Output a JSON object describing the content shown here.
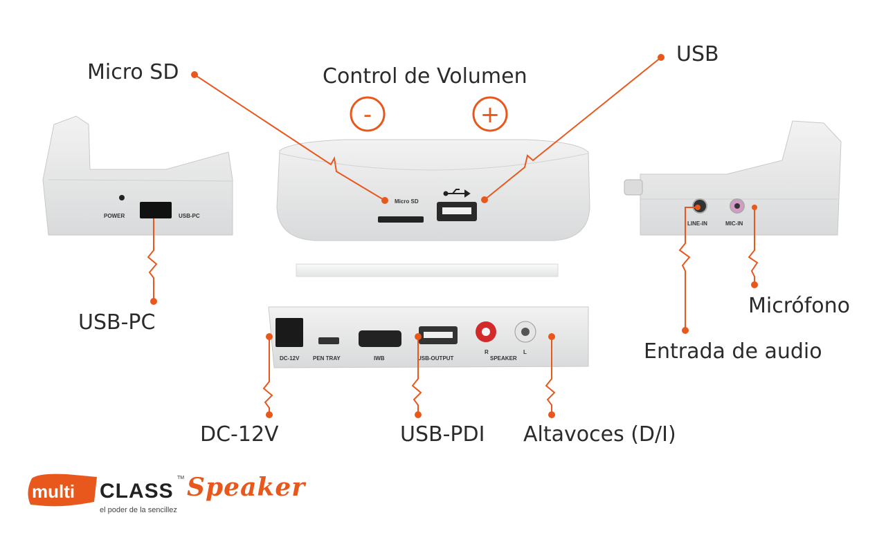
{
  "colors": {
    "accent": "#e8571c",
    "text": "#2b2b2b",
    "device": "#e6e7e8"
  },
  "callouts": {
    "micro_sd": "Micro SD",
    "volume_control": "Control de Volumen",
    "volume_minus": "-",
    "volume_plus": "+",
    "usb": "USB",
    "usb_pc": "USB-PC",
    "microphone": "Micrófono",
    "audio_input": "Entrada de audio",
    "dc_12v": "DC-12V",
    "usb_pdi": "USB-PDI",
    "speakers": "Altavoces (D/I)"
  },
  "device_labels": {
    "power": "POWER",
    "usb_pc": "USB-PC",
    "micro_sd": "Micro SD",
    "line_in": "LINE-IN",
    "mic_in": "MIC-IN",
    "dc_12v": "DC-12V",
    "pen_tray": "PEN  TRAY",
    "iwb": "IWB",
    "usb_output": "USB-OUTPUT",
    "speaker": "SPEAKER",
    "right": "R",
    "left": "L"
  },
  "brand": {
    "multi": "multi",
    "class": "CLASS",
    "trademark": "TM",
    "speaker": "Speaker",
    "tagline": "el poder de la sencillez"
  }
}
